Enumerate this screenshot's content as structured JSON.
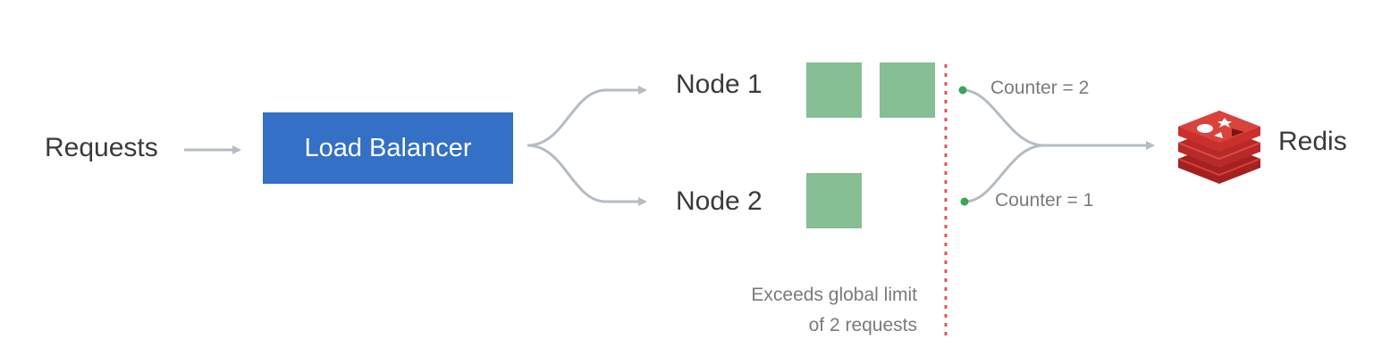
{
  "diagram": {
    "requests_label": "Requests",
    "load_balancer_label": "Load Balancer",
    "nodes": [
      {
        "label": "Node 1",
        "counter_label": "Counter = 2",
        "request_count": 2
      },
      {
        "label": "Node 2",
        "counter_label": "Counter = 1",
        "request_count": 1
      }
    ],
    "redis_label": "Redis",
    "limit_note": [
      "Exceeds global limit",
      "of 2 requests"
    ],
    "colors": {
      "load_balancer": "#3370c6",
      "request_box": "#86bf93",
      "limit_line": "#e25555",
      "arrows": "#b4bcc4",
      "counter_dot": "#3aa656",
      "redis": "#c9302c"
    }
  }
}
